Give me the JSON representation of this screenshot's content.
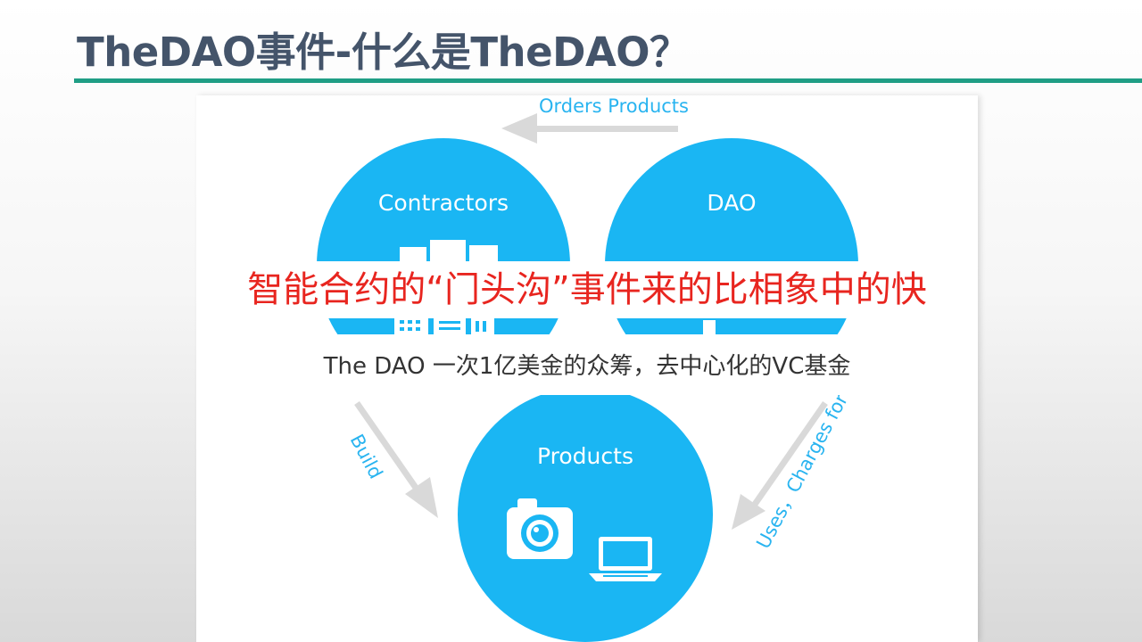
{
  "slide": {
    "title": "TheDAO事件-什么是TheDAO？",
    "accent_color": "#1f9e85",
    "title_color": "#44546a"
  },
  "diagram": {
    "node_color": "#1ab6f3",
    "arrow_color": "#d9d9d9",
    "label_color": "#29b4f0",
    "nodes": {
      "contractors": {
        "label": "Contractors",
        "icon": "building-icon"
      },
      "dao": {
        "label": "DAO"
      },
      "products": {
        "label": "Products",
        "icons": [
          "camera-icon",
          "laptop-icon"
        ]
      }
    },
    "edges": {
      "orders": {
        "label": "Orders Products"
      },
      "build": {
        "label": "Build"
      },
      "uses": {
        "label": "Uses，Charges for"
      }
    }
  },
  "overlay": {
    "red_text": "智能合约的“门头沟”事件来的比相象中的快",
    "red_color": "#e8251f",
    "caption": "The DAO 一次1亿美金的众筹，去中心化的VC基金"
  }
}
